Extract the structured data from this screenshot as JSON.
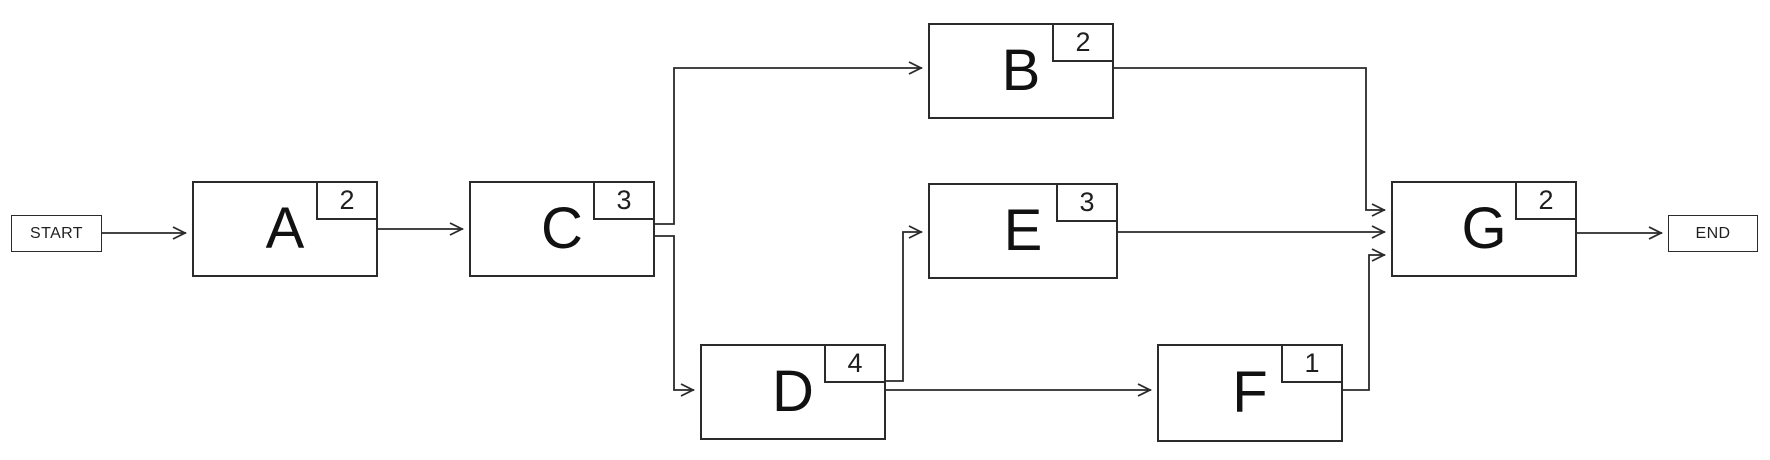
{
  "diagram": {
    "type": "activity-network",
    "nodes": {
      "start": {
        "label": "START",
        "kind": "terminal"
      },
      "a": {
        "label": "A",
        "duration": "2"
      },
      "c": {
        "label": "C",
        "duration": "3"
      },
      "b": {
        "label": "B",
        "duration": "2"
      },
      "e": {
        "label": "E",
        "duration": "3"
      },
      "d": {
        "label": "D",
        "duration": "4"
      },
      "f": {
        "label": "F",
        "duration": "1"
      },
      "g": {
        "label": "G",
        "duration": "2"
      },
      "end": {
        "label": "END",
        "kind": "terminal"
      }
    },
    "edges": [
      {
        "from": "START",
        "to": "A"
      },
      {
        "from": "A",
        "to": "C"
      },
      {
        "from": "C",
        "to": "B"
      },
      {
        "from": "C",
        "to": "D"
      },
      {
        "from": "D",
        "to": "E"
      },
      {
        "from": "D",
        "to": "F"
      },
      {
        "from": "B",
        "to": "G"
      },
      {
        "from": "E",
        "to": "G"
      },
      {
        "from": "F",
        "to": "G"
      },
      {
        "from": "G",
        "to": "END"
      }
    ],
    "colors": {
      "stroke": "#2a2a2a",
      "background": "#ffffff"
    }
  }
}
